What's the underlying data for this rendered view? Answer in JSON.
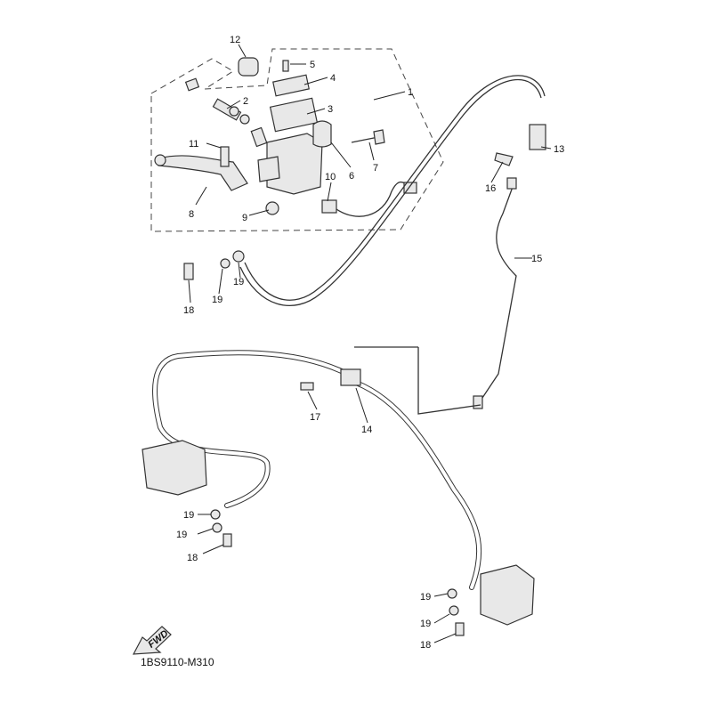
{
  "diagram_code": "1BS9110-M310",
  "direction_badge": "FWD",
  "callouts": {
    "c12": "12",
    "c5": "5",
    "c4": "4",
    "c1": "1",
    "c2": "2",
    "c3": "3",
    "c11": "11",
    "c6": "6",
    "c7": "7",
    "c10": "10",
    "c8": "8",
    "c9": "9",
    "c13": "13",
    "c16": "16",
    "c15": "15",
    "c18a": "18",
    "c19a": "19",
    "c19b": "19",
    "c17": "17",
    "c14": "14",
    "c19c": "19",
    "c19d": "19",
    "c18b": "18",
    "c19e": "19",
    "c19f": "19",
    "c18c": "18"
  }
}
